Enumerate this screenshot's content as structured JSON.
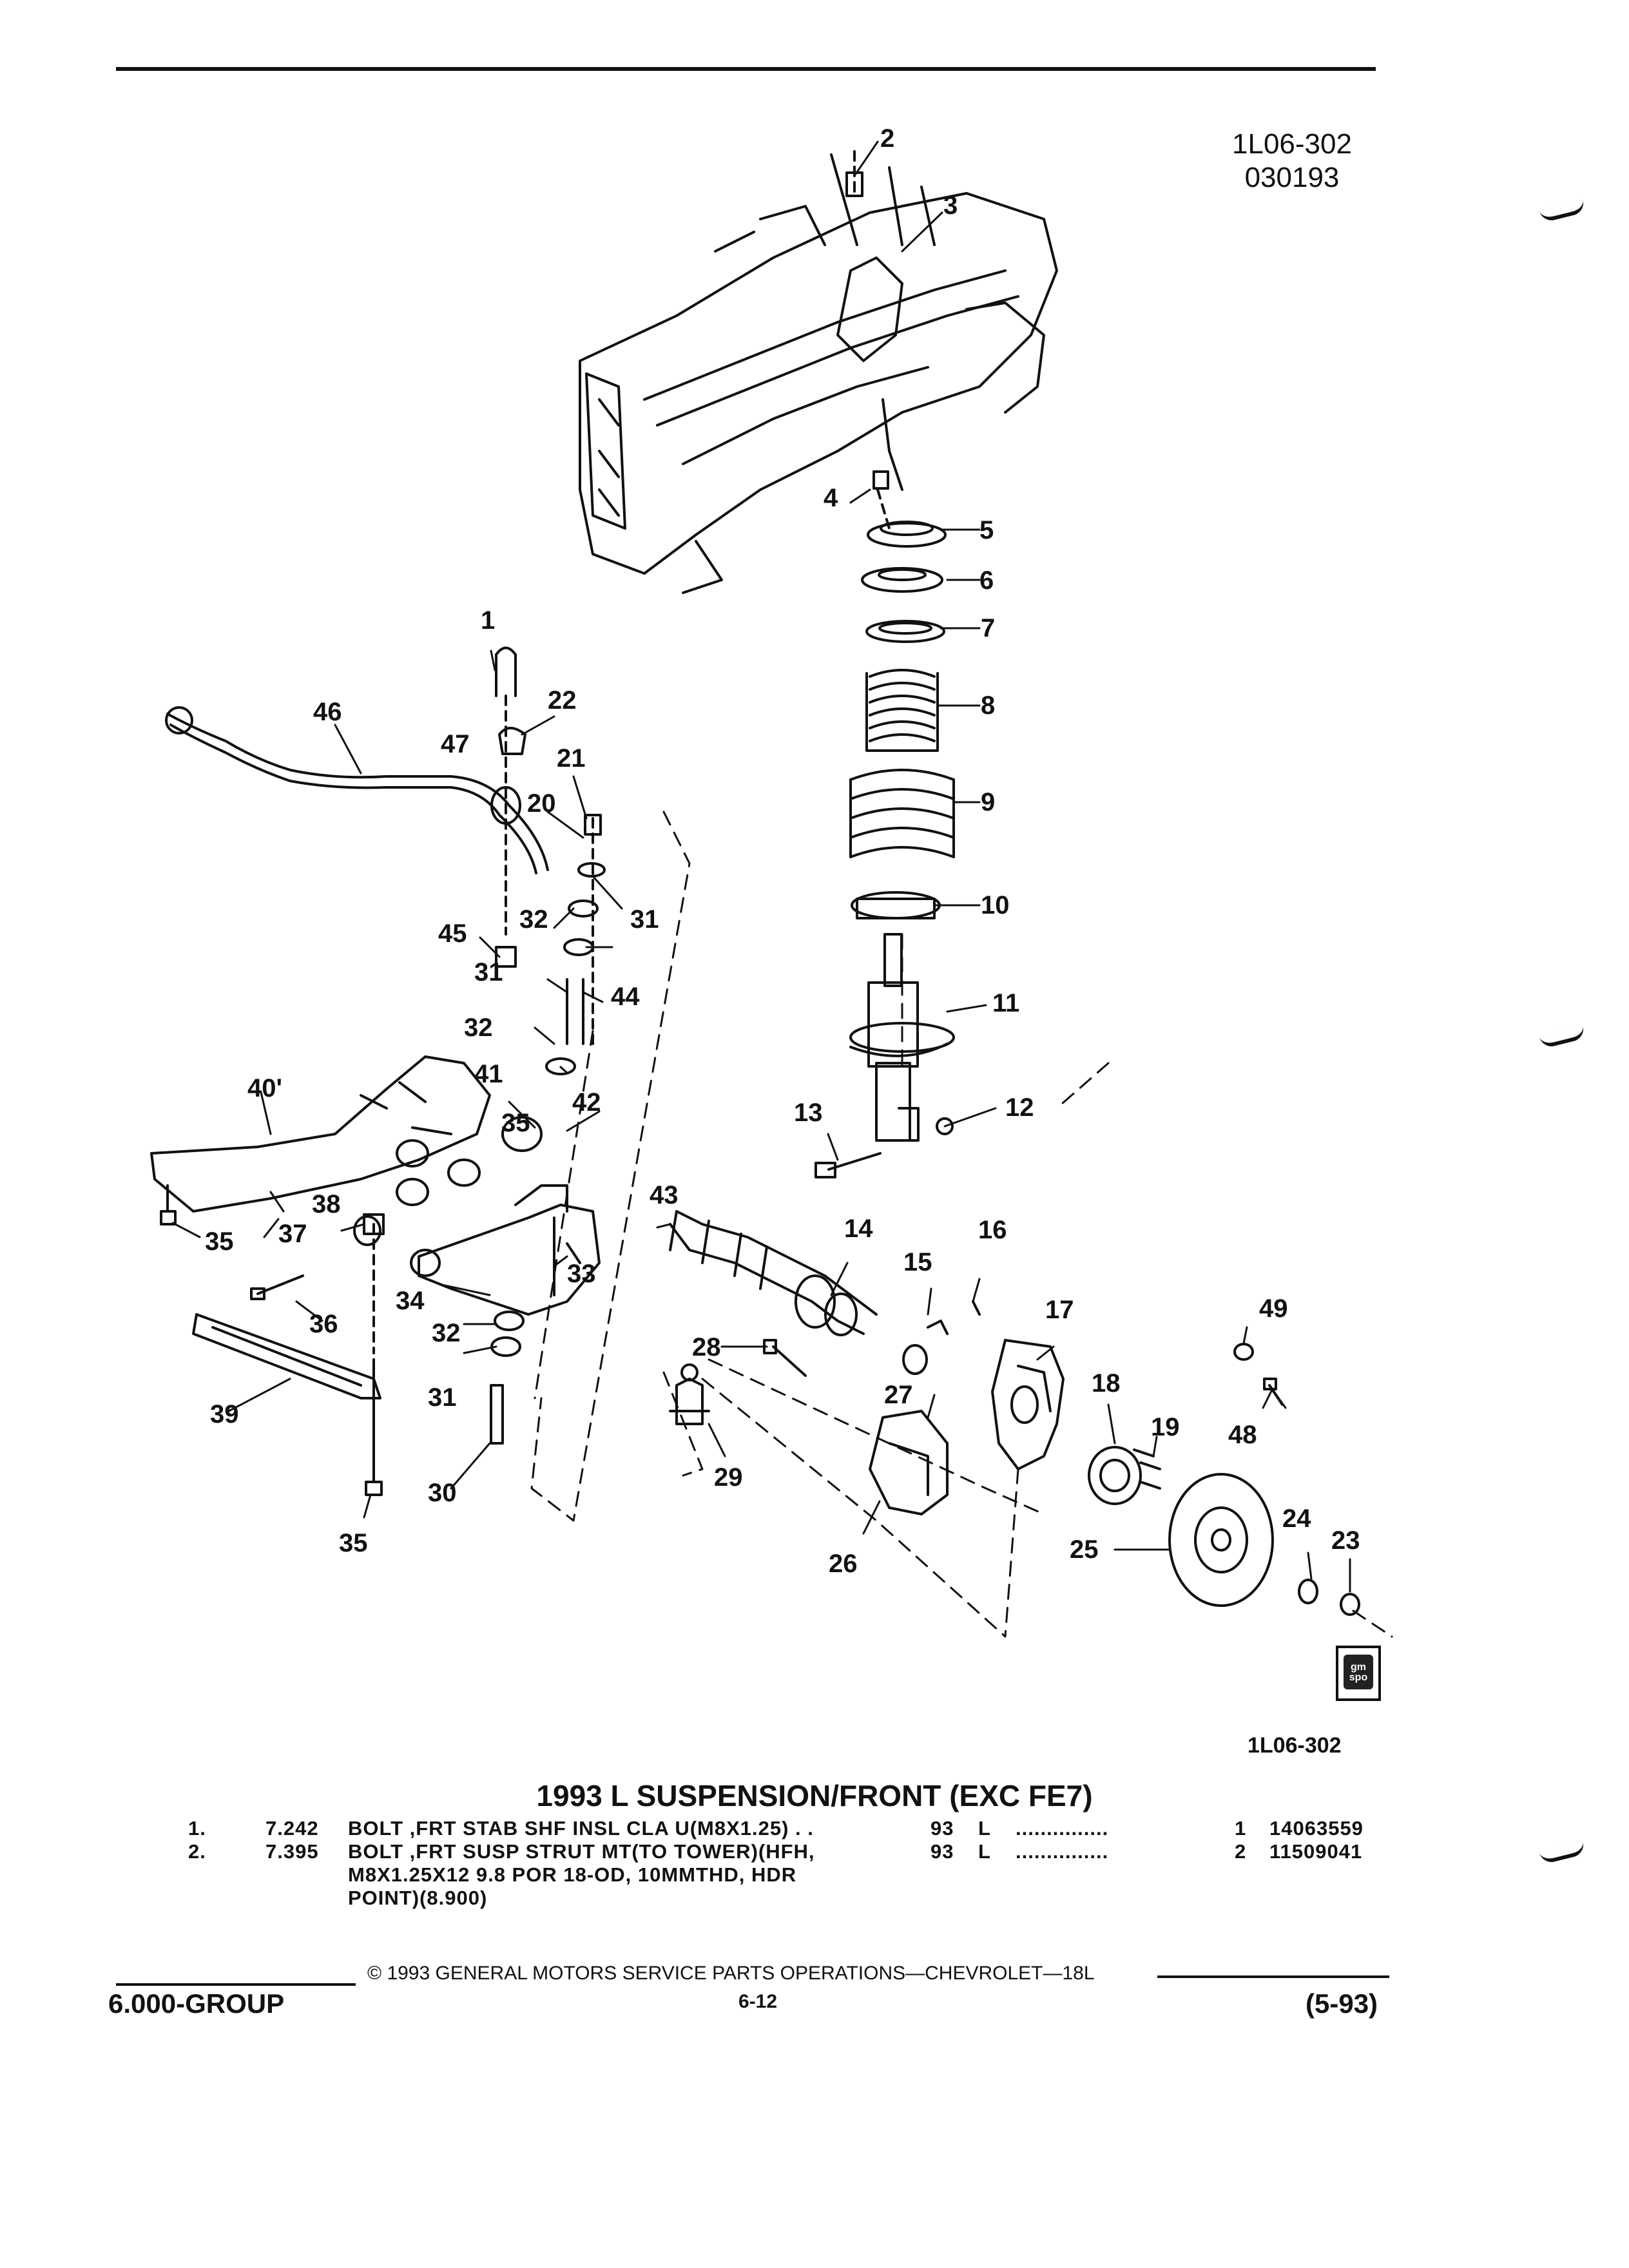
{
  "header": {
    "ref_code": "1L06-302",
    "ref_date": "030193"
  },
  "diagram": {
    "callouts": [
      "1",
      "2",
      "3",
      "4",
      "5",
      "6",
      "7",
      "8",
      "9",
      "10",
      "11",
      "12",
      "13",
      "14",
      "15",
      "16",
      "17",
      "18",
      "19",
      "20",
      "21",
      "22",
      "23",
      "24",
      "25",
      "26",
      "27",
      "28",
      "29",
      "30",
      "31",
      "31",
      "31",
      "32",
      "32",
      "32",
      "33",
      "34",
      "35",
      "35",
      "35",
      "36",
      "37",
      "38",
      "39",
      "40'",
      "41",
      "42",
      "43",
      "44",
      "45",
      "46",
      "47",
      "48",
      "49"
    ],
    "caption": "1L06-302",
    "logo_text": "gm spo"
  },
  "section": {
    "title": "1993 L SUSPENSION/FRONT (EXC FE7)"
  },
  "parts": [
    {
      "index": "1.",
      "code": "7.242",
      "description": "BOLT ,FRT STAB SHF INSL CLA U(M8X1.25)  . .",
      "year": "93",
      "series": "L",
      "dots": "...............",
      "qty": "1",
      "part_number": "14063559",
      "continuation": []
    },
    {
      "index": "2.",
      "code": "7.395",
      "description": "BOLT ,FRT SUSP STRUT MT(TO TOWER)(HFH,",
      "year": "93",
      "series": "L",
      "dots": "...............",
      "qty": "2",
      "part_number": "11509041",
      "continuation": [
        "M8X1.25X12 9.8 POR 18-OD, 10MMTHD, HDR",
        "POINT)(8.900)"
      ]
    }
  ],
  "footer": {
    "copyright": "© 1993 GENERAL MOTORS SERVICE PARTS OPERATIONS—CHEVROLET—18L",
    "group": "6.000-GROUP",
    "page": "6-12",
    "date_code": "(5-93)"
  }
}
